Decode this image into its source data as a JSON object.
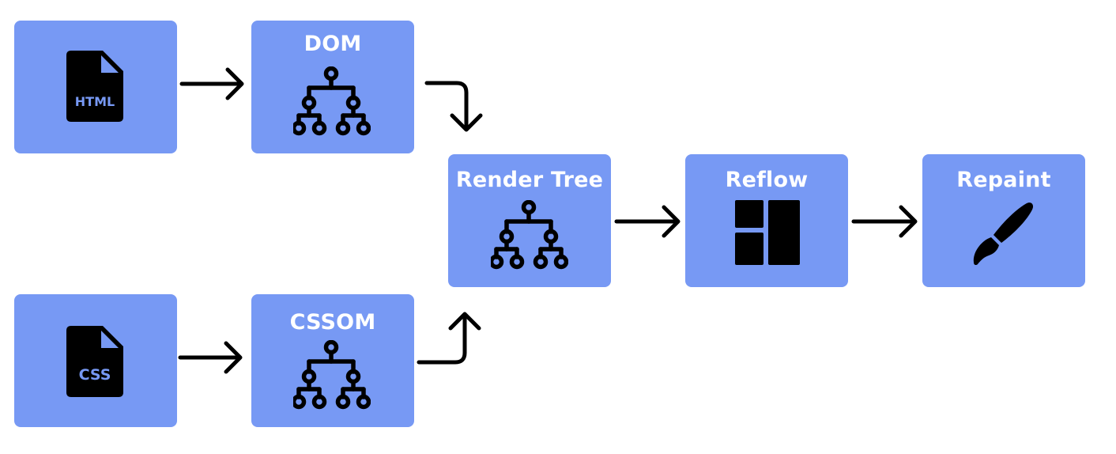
{
  "nodes": {
    "html_file": {
      "label": "HTML",
      "icon": "html-file-icon"
    },
    "css_file": {
      "label": "CSS",
      "icon": "css-file-icon"
    },
    "dom": {
      "title": "DOM",
      "icon": "tree-icon"
    },
    "cssom": {
      "title": "CSSOM",
      "icon": "tree-icon"
    },
    "render_tree": {
      "title": "Render Tree",
      "icon": "tree-icon"
    },
    "reflow": {
      "title": "Reflow",
      "icon": "layout-icon"
    },
    "repaint": {
      "title": "Repaint",
      "icon": "paintbrush-icon"
    }
  },
  "edges": [
    {
      "from": "HTML",
      "to": "DOM"
    },
    {
      "from": "CSS",
      "to": "CSSOM"
    },
    {
      "from": "DOM",
      "to": "Render Tree"
    },
    {
      "from": "CSSOM",
      "to": "Render Tree"
    },
    {
      "from": "Render Tree",
      "to": "Reflow"
    },
    {
      "from": "Reflow",
      "to": "Repaint"
    }
  ],
  "colors": {
    "box_fill": "#7799f4",
    "title_text": "#ffffff",
    "icon": "#000000",
    "icon_text": "#7799f4",
    "arrow": "#000000"
  }
}
